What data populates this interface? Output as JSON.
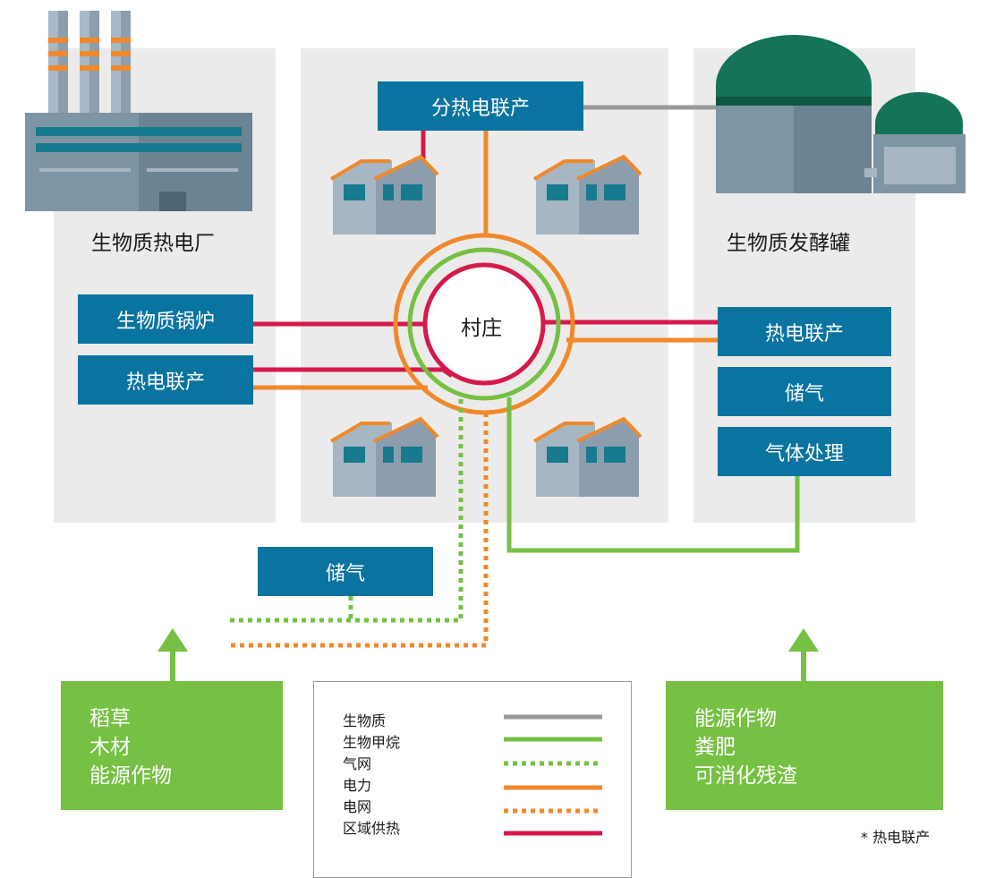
{
  "plant_label": "生物质热电厂",
  "fermenter_label": "生物质发酵罐",
  "left_boxes": [
    "生物质锅炉",
    "热电联产"
  ],
  "top_box": "分热电联产",
  "right_boxes": [
    "热电联产",
    "储气",
    "气体处理"
  ],
  "storage_box": "储气",
  "village_label": "村庄",
  "left_inputs": [
    "稻草",
    "木材",
    "能源作物"
  ],
  "right_inputs": [
    "能源作物",
    "粪肥",
    "可消化残渣"
  ],
  "legend": [
    {
      "label": "生物质",
      "color": "#999999",
      "dashed": false
    },
    {
      "label": "生物甲烷",
      "color": "#76c043",
      "dashed": false
    },
    {
      "label": "气网",
      "color": "#76c043",
      "dashed": true
    },
    {
      "label": "电力",
      "color": "#f0892a",
      "dashed": false
    },
    {
      "label": "电网",
      "color": "#f0892a",
      "dashed": true
    },
    {
      "label": "区域供热",
      "color": "#d5194a",
      "dashed": false
    }
  ],
  "footnote": "* 热电联产",
  "colors": {
    "box_blue": "#0a74a0",
    "input_green": "#76c043",
    "heat_red": "#d5194a",
    "power_orange": "#f0892a",
    "biomass_gray": "#999999",
    "panel_gray": "#ebebeb"
  }
}
